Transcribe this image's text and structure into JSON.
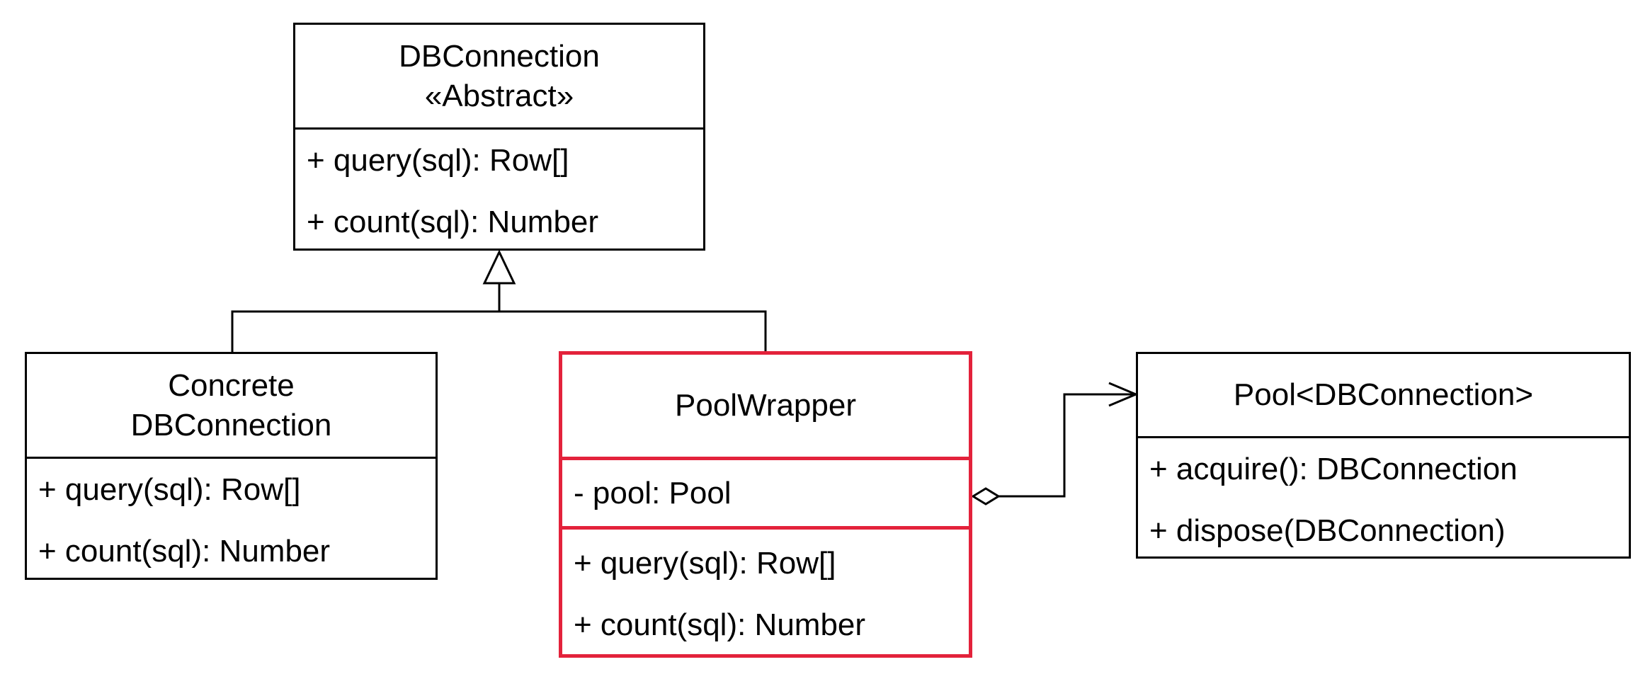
{
  "classes": {
    "db_connection": {
      "name": "DBConnection",
      "stereotype": "«Abstract»",
      "methods": [
        "+ query(sql): Row[]",
        "+ count(sql): Number"
      ]
    },
    "concrete_db_connection": {
      "name_line1": "Concrete",
      "name_line2": "DBConnection",
      "methods": [
        "+ query(sql): Row[]",
        "+ count(sql): Number"
      ]
    },
    "pool_wrapper": {
      "name": "PoolWrapper",
      "attributes": [
        "- pool: Pool"
      ],
      "methods": [
        "+ query(sql): Row[]",
        "+ count(sql): Number"
      ]
    },
    "pool": {
      "name": "Pool<DBConnection>",
      "methods": [
        "+ acquire(): DBConnection",
        "+ dispose(DBConnection)"
      ]
    }
  },
  "relations": [
    {
      "type": "generalization",
      "from": "Concrete DBConnection",
      "to": "DBConnection"
    },
    {
      "type": "generalization",
      "from": "PoolWrapper",
      "to": "DBConnection"
    },
    {
      "type": "aggregation",
      "from": "PoolWrapper",
      "to": "Pool<DBConnection>"
    }
  ],
  "colors": {
    "line": "#000000",
    "highlight": "#e3223b",
    "background": "#ffffff"
  }
}
